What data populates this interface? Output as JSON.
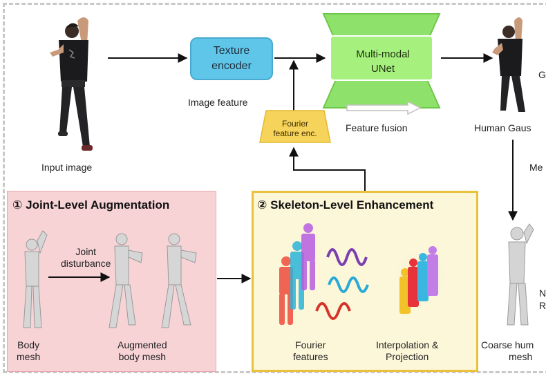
{
  "top": {
    "input_image_label": "Input image",
    "texture_encoder": [
      "Texture",
      "encoder"
    ],
    "image_feature_label": "Image feature",
    "unet": [
      "Multi-modal",
      "UNet"
    ],
    "feature_fusion_label": "Feature fusion",
    "fourier_enc": [
      "Fourier",
      "feature enc."
    ],
    "human_gauss_label": "Human Gaus",
    "right_g_label": "G",
    "right_me_label": "Me",
    "coarse_label": [
      "Coarse hum",
      "mesh"
    ],
    "right_n_label": "N",
    "right_r_label": "R"
  },
  "joint_panel": {
    "title": "① Joint-Level Augmentation",
    "joint_disturbance": [
      "Joint",
      "disturbance"
    ],
    "body_mesh": [
      "Body",
      "mesh"
    ],
    "augmented_mesh": [
      "Augmented",
      "body mesh"
    ]
  },
  "skeleton_panel": {
    "title": "② Skeleton-Level Enhancement",
    "fourier_features": [
      "Fourier",
      "features"
    ],
    "interp_projection": [
      "Interpolation &",
      "Projection"
    ]
  },
  "colors": {
    "texture_box": "#5fc6ea",
    "unet_fill": "#8ee26b",
    "fourier_fill": "#f6d35a",
    "joint_panel_bg": "#f7d3d6",
    "skeleton_panel_bg": "#fdf7da",
    "skeleton_panel_border": "#e9c13b"
  }
}
